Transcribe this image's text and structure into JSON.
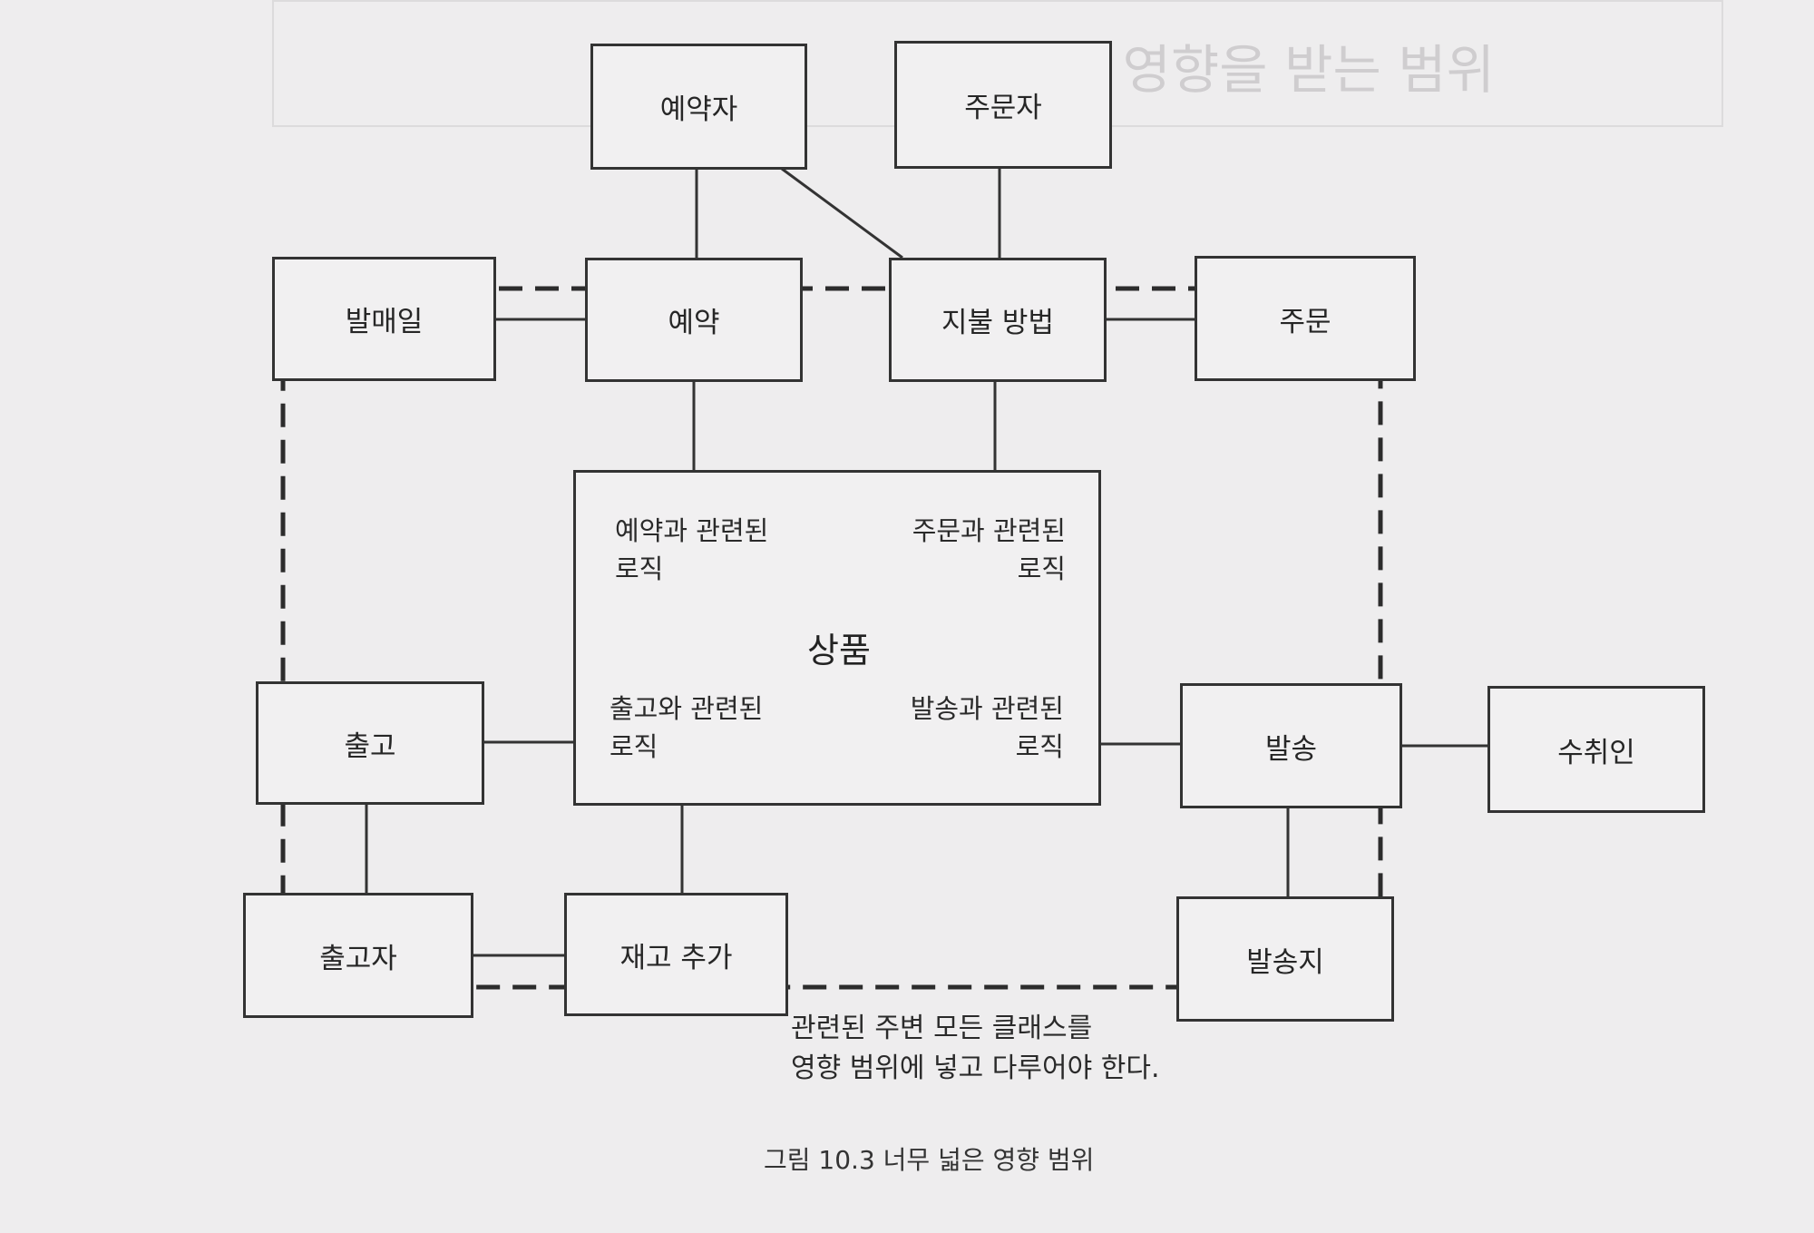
{
  "page_heading": "10.1 영향을 받는 범위",
  "nodes": {
    "reserver": "예약자",
    "orderer": "주문자",
    "release_date": "발매일",
    "reservation": "예약",
    "payment_method": "지불 방법",
    "order": "주문",
    "shipping_out": "출고",
    "shipment": "발송",
    "recipient": "수취인",
    "shipper": "출고자",
    "restock": "재고 추가",
    "ship_from": "발송지"
  },
  "product": {
    "title": "상품",
    "logic": {
      "reservation": "예약과 관련된\n로직",
      "order": "주문과 관련된\n로직",
      "shipping_out": "출고와 관련된\n로직",
      "shipment": "발송과 관련된\n로직"
    }
  },
  "annotation": "관련된 주변 모든 클래스를\n영향 범위에 넣고 다루어야 한다.",
  "caption": "그림 10.3 너무 넓은 영향 범위",
  "colors": {
    "page": "#eeedee",
    "line": "#333333",
    "inner_dotted": "#8f8f8f"
  }
}
